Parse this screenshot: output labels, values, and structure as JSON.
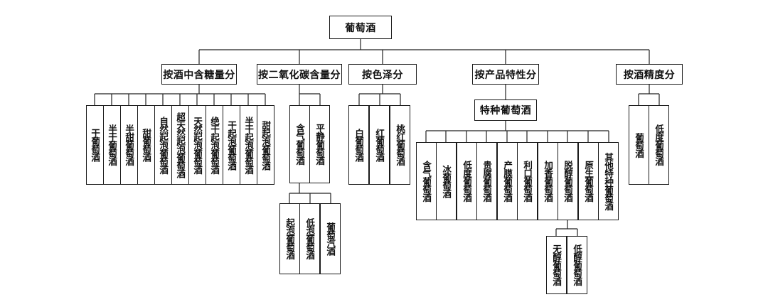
{
  "root": "葡萄酒",
  "categories": {
    "sugar": "按酒中含糖量分",
    "co2": "按二氧化碳含量分",
    "color": "按色泽分",
    "product": "按产品特性分",
    "alcohol": "按酒精度分"
  },
  "sugar_items": [
    "干葡萄酒",
    "半干葡萄酒",
    "半甜葡萄酒",
    "甜葡萄酒",
    "自然起泡葡萄酒",
    "超天然起泡葡萄酒",
    "天然起泡葡萄酒",
    "绝干起泡葡萄酒",
    "干起泡葡萄酒",
    "半干起泡葡萄酒",
    "甜起泡葡萄酒"
  ],
  "co2_items": [
    "含气葡萄酒",
    "平静葡萄酒"
  ],
  "co2_sub_items": [
    "起泡葡萄酒",
    "低泡葡萄酒",
    "葡萄汽酒"
  ],
  "color_items": [
    "白葡萄酒",
    "红葡萄酒",
    "桃红葡萄酒"
  ],
  "special": "特种葡萄酒",
  "special_items": [
    "含气葡萄酒",
    "冰葡萄酒",
    "低度葡萄酒",
    "贵腐葡萄酒",
    "产膜葡萄酒",
    "利口葡萄酒",
    "加香葡萄酒",
    "脱醇葡萄酒",
    "原生葡萄酒",
    "其他特种葡萄酒"
  ],
  "dealc_items": [
    "无醇葡萄酒",
    "低醇葡萄酒"
  ],
  "alcohol_items": [
    "葡萄酒",
    "低度葡萄酒"
  ]
}
